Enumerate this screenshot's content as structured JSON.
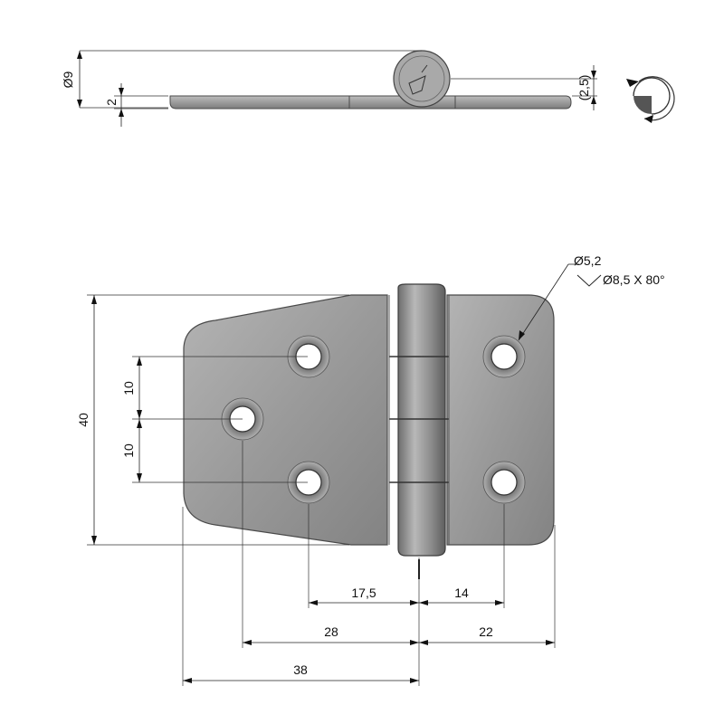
{
  "drawing": {
    "side_view": {
      "dim_diameter": "Ø9",
      "dim_thickness": "2",
      "dim_offset": "(2,5)"
    },
    "front_view": {
      "dim_height": "40",
      "dim_hole_spacing_upper": "10",
      "dim_hole_spacing_lower": "10",
      "hole_callout_diameter": "Ø5,2",
      "hole_callout_countersink": "Ø8,5 X 80°",
      "dim_17_5": "17,5",
      "dim_14": "14",
      "dim_28": "28",
      "dim_22": "22",
      "dim_38": "38"
    }
  },
  "colors": {
    "part_fill": "#9a9a9a",
    "part_stroke": "#4a4a4a",
    "dimension_line": "#222222"
  }
}
